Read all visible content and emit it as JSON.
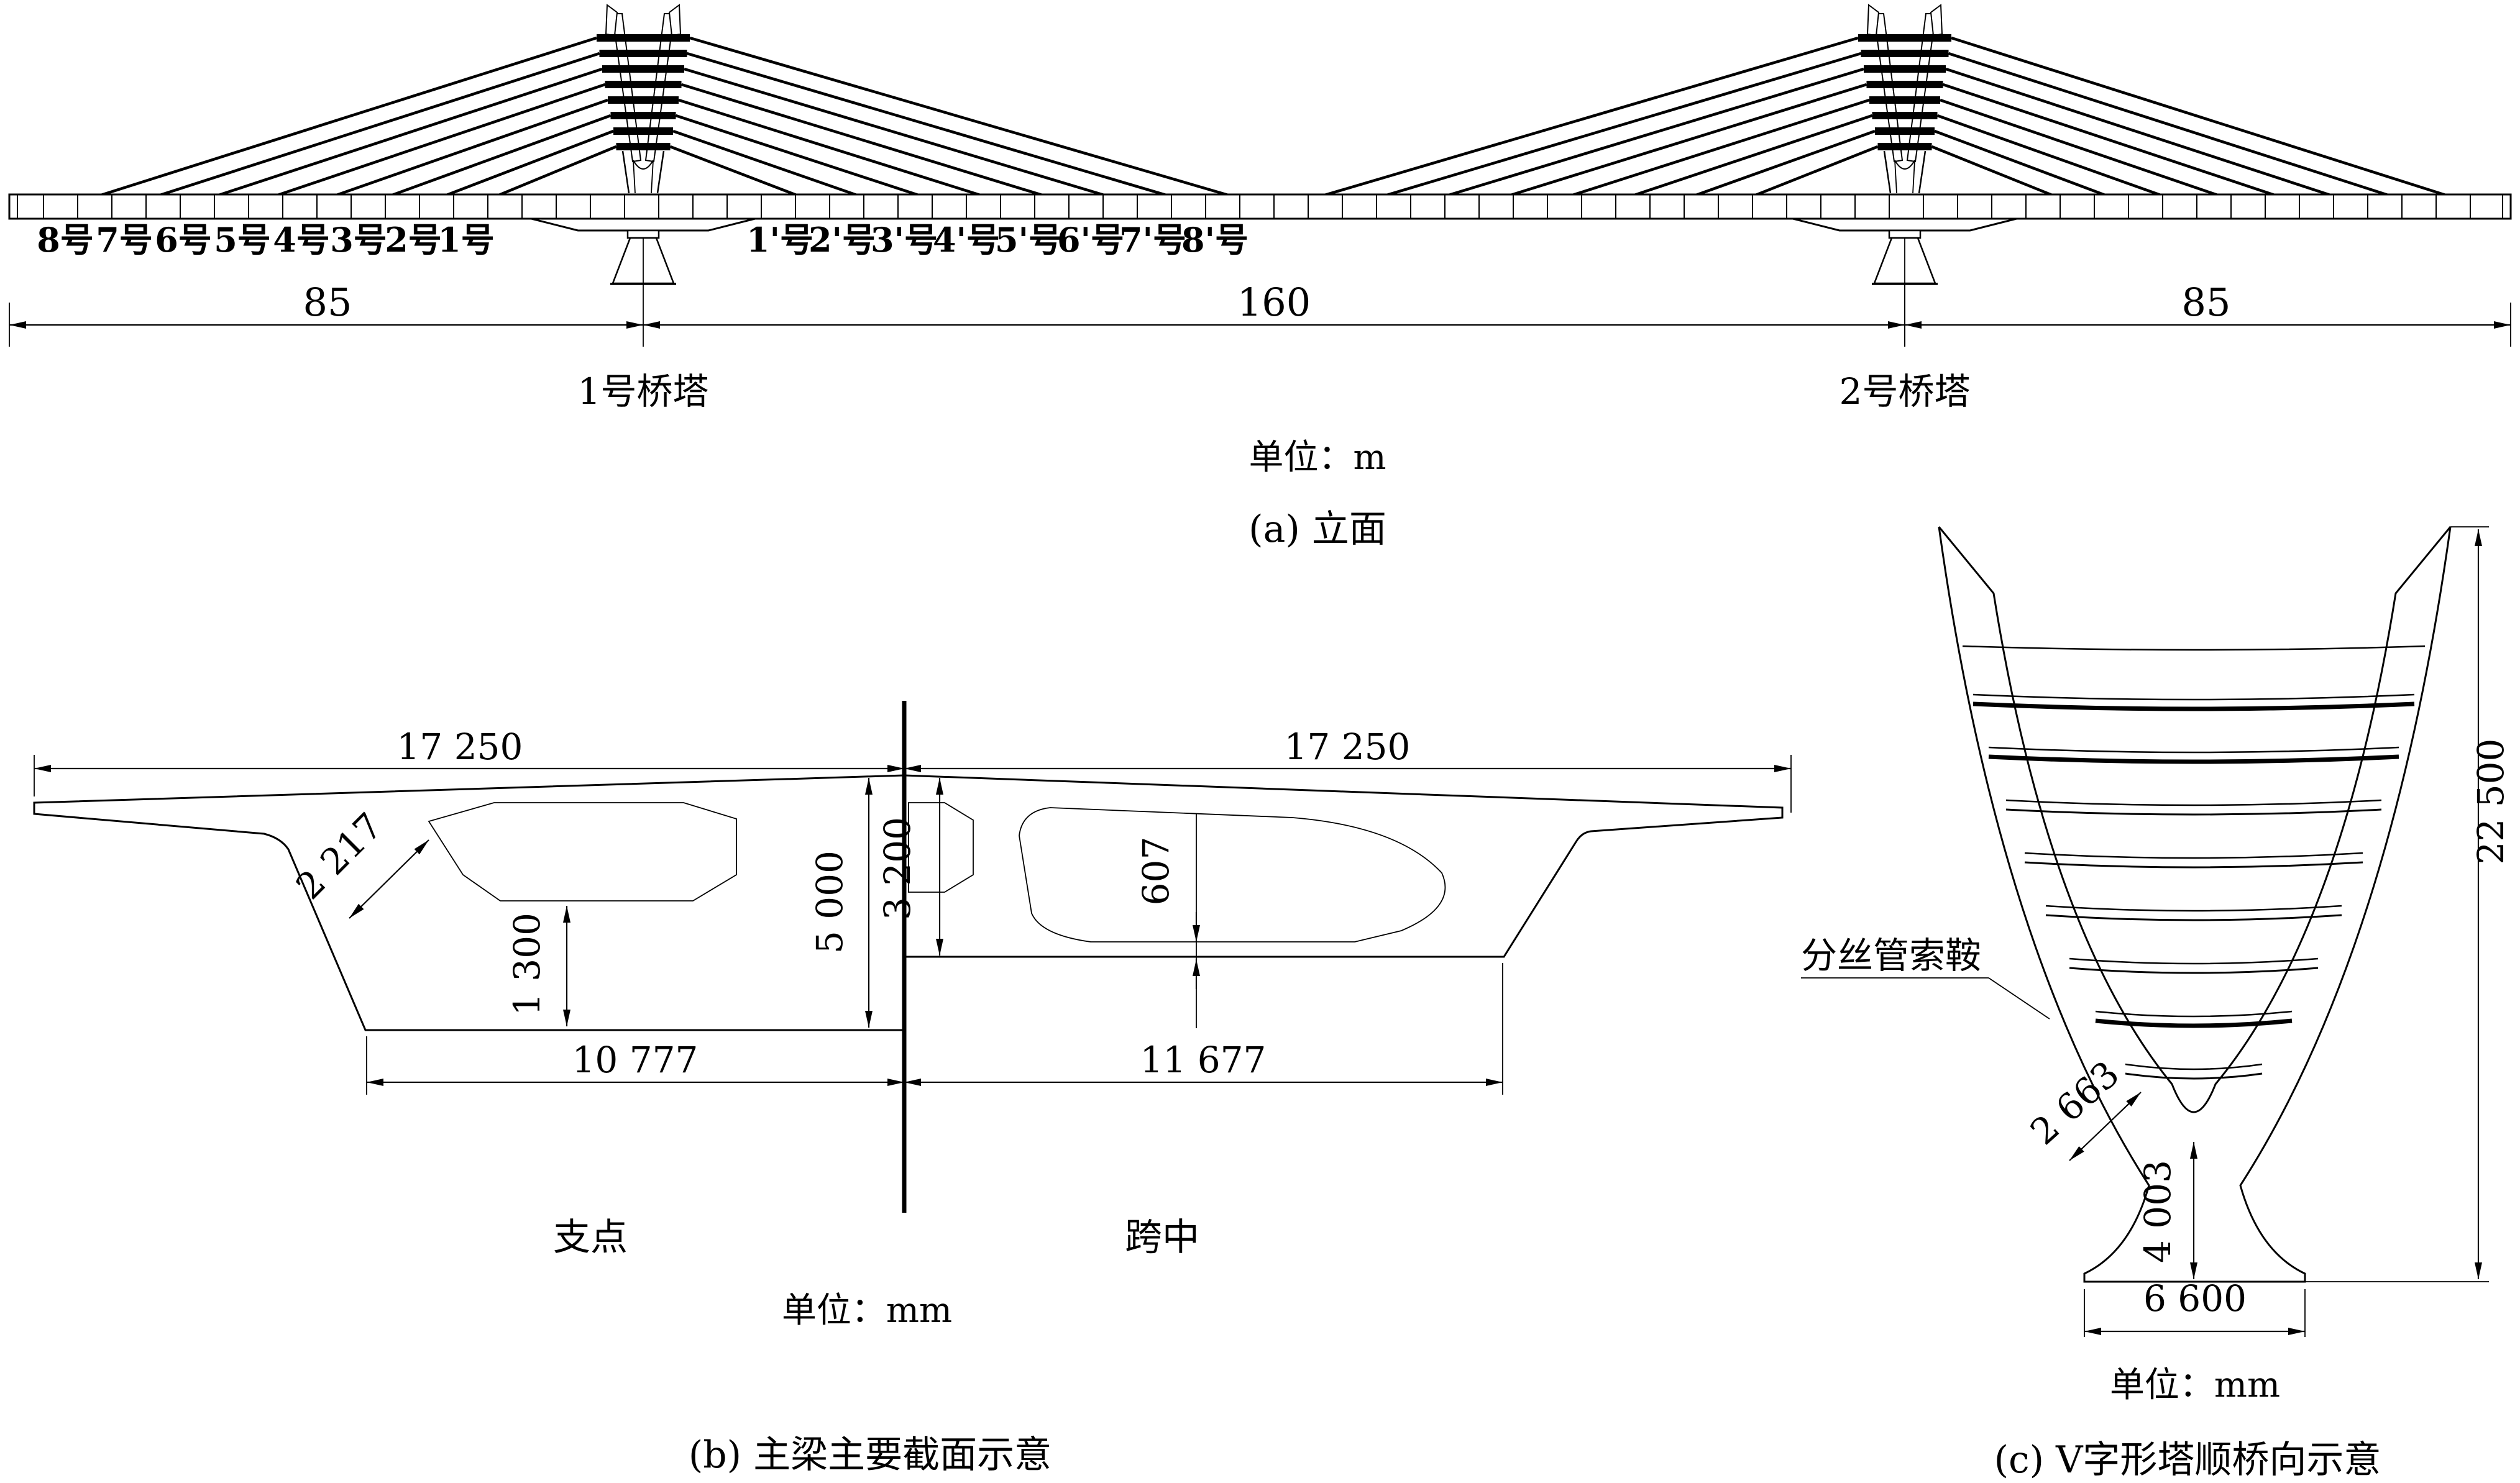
{
  "figure": {
    "panel_a": {
      "caption": "(a) 立面",
      "unit_label": "单位：m",
      "tower1_label": "1号桥塔",
      "tower2_label": "2号桥塔",
      "span_left": "85",
      "span_main": "160",
      "span_right": "85",
      "left_cable_labels": [
        "8号",
        "7号",
        "6号",
        "5号",
        "4号",
        "3号",
        "2号",
        "1号"
      ],
      "right_cable_labels": [
        "1'号",
        "2'号",
        "3'号",
        "4'号",
        "5'号",
        "6'号",
        "7'号",
        "8'号"
      ]
    },
    "panel_b": {
      "caption": "(b) 主梁主要截面示意",
      "unit_label": "单位：mm",
      "support_label": "支点",
      "midspan_label": "跨中",
      "dims": {
        "top_width_left": "17 250",
        "top_width_right": "17 250",
        "web_thickness": "2 217",
        "bottom_slab": "1 300",
        "support_depth": "5 000",
        "midspan_depth": "3 200",
        "midspan_bottom_slab": "607",
        "bottom_width_support": "10 777",
        "bottom_width_midspan": "11 677"
      }
    },
    "panel_c": {
      "caption": "(c) V字形塔顺桥向示意",
      "unit_label": "单位：mm",
      "saddle_label": "分丝管索鞍",
      "dims": {
        "tower_height": "22 500",
        "arm_width": "2 663",
        "lower_height": "4 003",
        "base_width": "6 600"
      }
    }
  }
}
